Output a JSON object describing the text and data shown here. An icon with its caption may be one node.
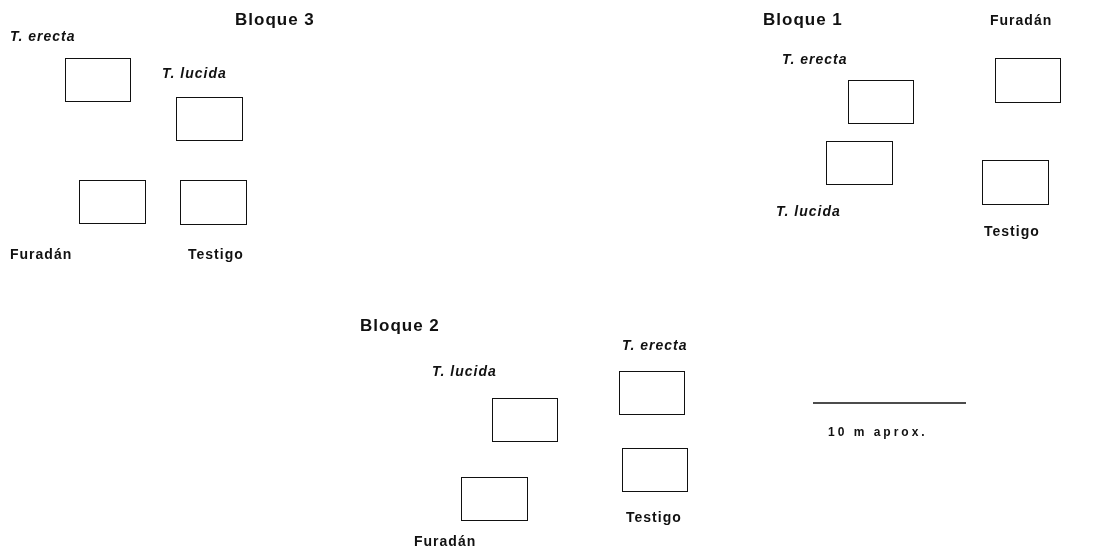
{
  "diagram": {
    "nodes": [
      {
        "text": [
          "T. erecta"
        ]
      },
      {
        "text": [
          "T. lucida"
        ]
      },
      {
        "text": [
          "Furadán"
        ]
      },
      {
        "text": [
          "Testigo"
        ]
      },
      {
        "text": [
          "T. erecta"
        ]
      },
      {
        "text": [
          "Furadán"
        ]
      },
      {
        "text": [
          "T. lucida"
        ]
      },
      {
        "text": [
          "Testigo"
        ]
      },
      {
        "text": [
          "T. erecta"
        ]
      },
      {
        "text": [
          "T. lucida"
        ]
      },
      {
        "text": [
          "Testigo"
        ]
      },
      {
        "text": [
          "Furadán"
        ]
      }
    ],
    "edges": [],
    "labels": [
      "Bloque 3",
      "Bloque 1",
      "Bloque 2",
      "10 m aprox."
    ]
  }
}
